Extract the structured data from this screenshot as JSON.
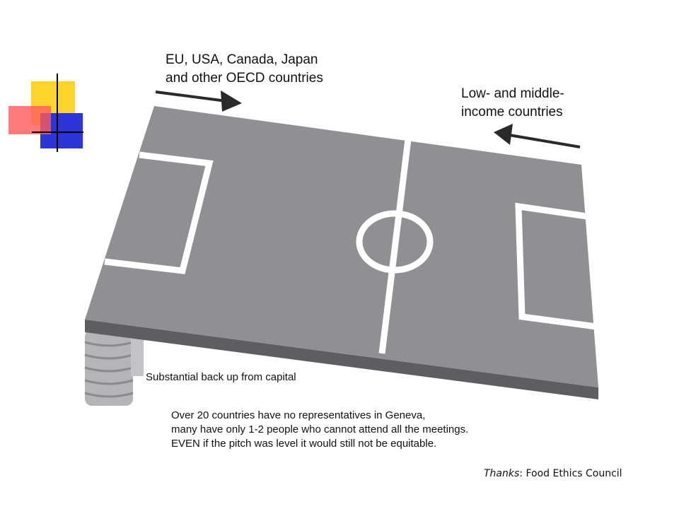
{
  "labels": {
    "top_left_line1": "EU, USA, Canada, Japan",
    "top_left_line2": "and other OECD countries",
    "top_right_line1": "Low- and middle-",
    "top_right_line2": "income countries",
    "backup": "Substantial back up from capital",
    "bottom_line1": "Over 20 countries have no representatives in Geneva,",
    "bottom_line2": "many have only 1-2 people who cannot attend all the meetings.",
    "bottom_line3": "EVEN if the pitch was level it would still not be equitable.",
    "credit_prefix": "Thanks",
    "credit_rest": ": Food Ethics Council"
  },
  "colors": {
    "pitch_top": "#8f9093",
    "pitch_side": "#5d5e61",
    "line": "#ffffff",
    "coins": "#b4b5b8",
    "deco_yellow": "#ffd21f",
    "deco_red": "#ff4a4a",
    "deco_blue": "#2b34d6"
  }
}
